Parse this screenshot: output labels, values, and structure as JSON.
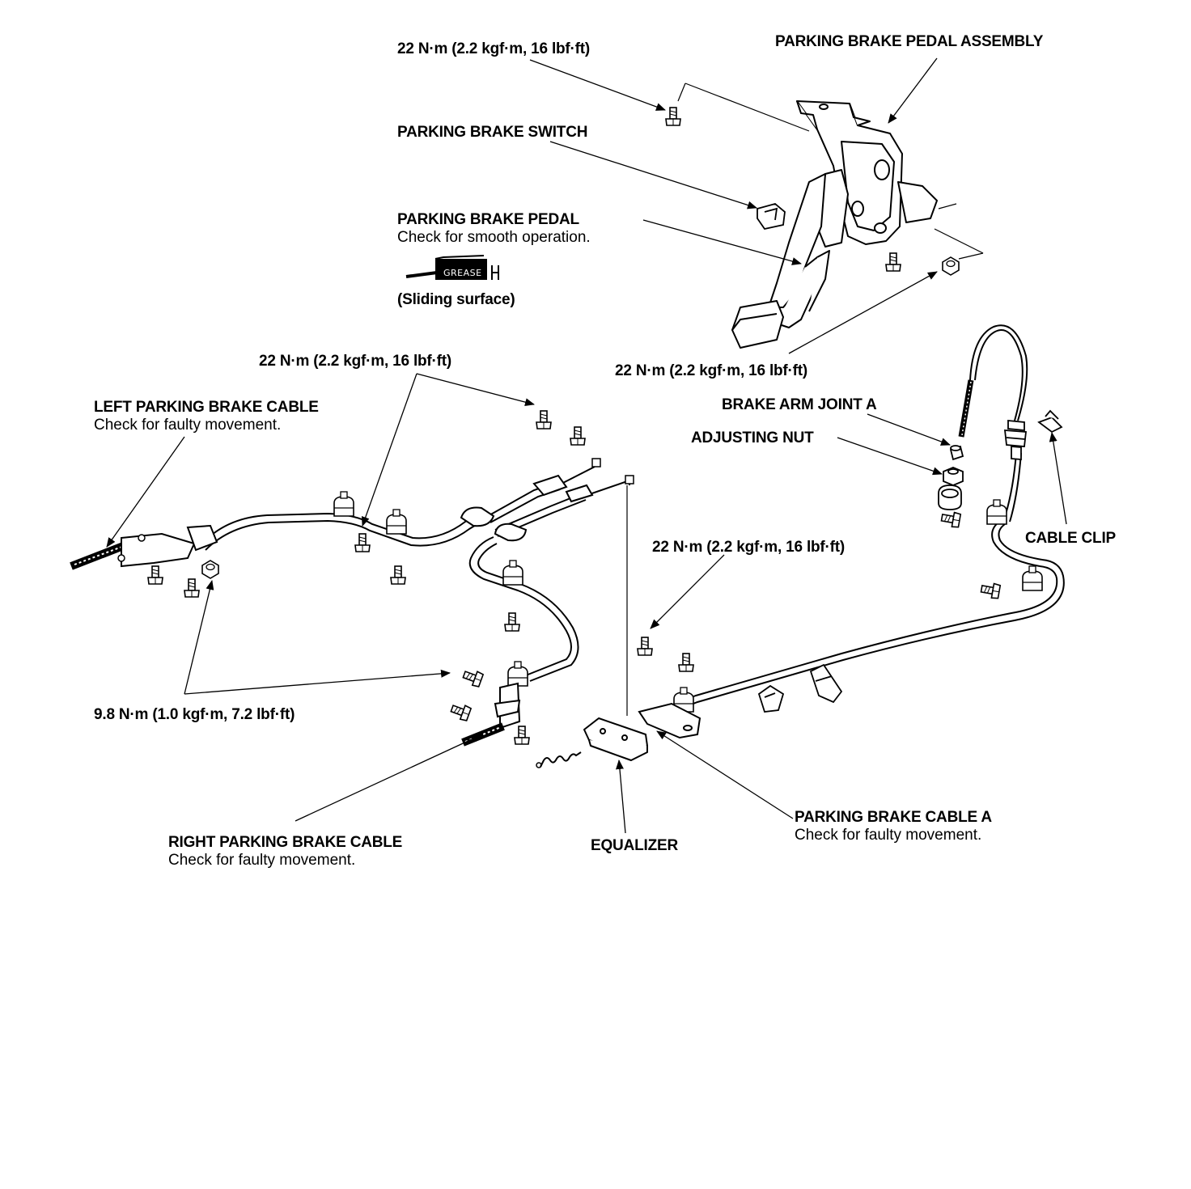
{
  "labels": {
    "torque_pedal_top": "22 N·m (2.2 kgf·m, 16 lbf·ft)",
    "pedal_assembly": "PARKING BRAKE PEDAL ASSEMBLY",
    "brake_switch": "PARKING BRAKE SWITCH",
    "brake_pedal": "PARKING BRAKE PEDAL",
    "brake_pedal_note": "Check for smooth operation.",
    "grease": "GREASE",
    "sliding_surface": "(Sliding surface)",
    "torque_pedal_bottom": "22 N·m (2.2 kgf·m, 16 lbf·ft)",
    "torque_left_cable": "22 N·m (2.2 kgf·m, 16 lbf·ft)",
    "left_cable": "LEFT PARKING BRAKE CABLE",
    "left_cable_note": "Check for faulty movement.",
    "brake_arm_joint": "BRAKE ARM JOINT A",
    "adjusting_nut": "ADJUSTING NUT",
    "cable_clip": "CABLE CLIP",
    "torque_cable_a": "22 N·m (2.2 kgf·m, 16 lbf·ft)",
    "torque_small": "9.8 N·m (1.0 kgf·m, 7.2 lbf·ft)",
    "right_cable": "RIGHT PARKING BRAKE CABLE",
    "right_cable_note": "Check for faulty movement.",
    "equalizer": "EQUALIZER",
    "cable_a": "PARKING BRAKE CABLE A",
    "cable_a_note": "Check for faulty movement."
  }
}
